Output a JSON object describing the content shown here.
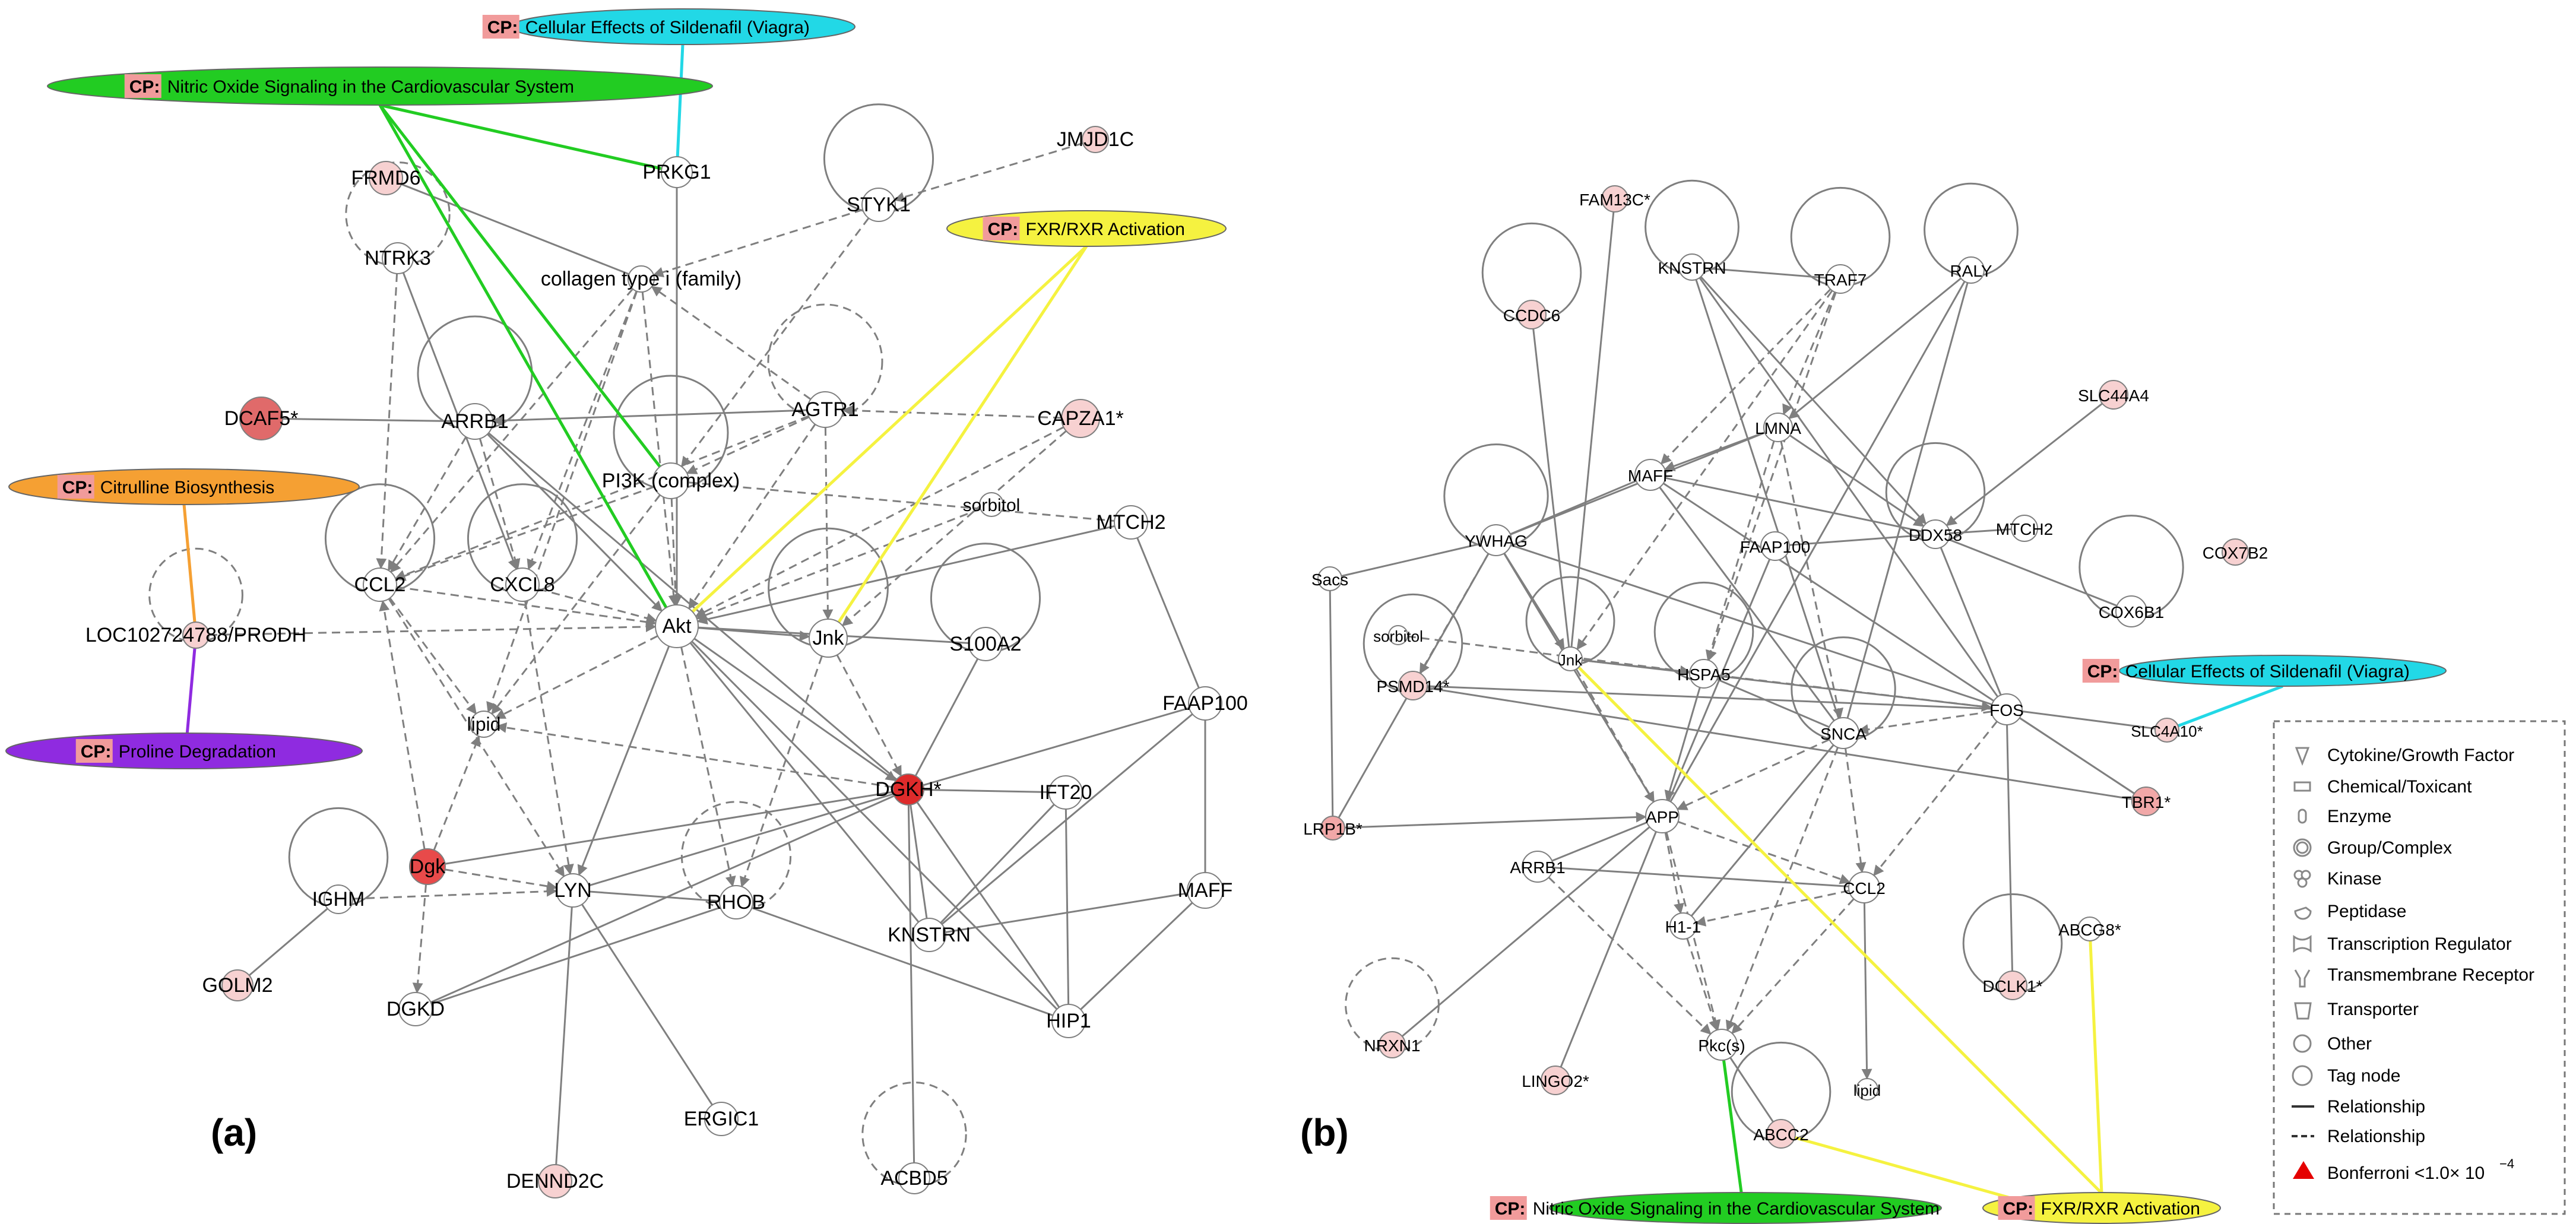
{
  "panels": {
    "a": "(a)",
    "b": "(b)"
  },
  "cp_prefix": "CP:",
  "colors": {
    "edge": "#7f7f7f",
    "node_white": "#ffffff",
    "node_pink": "#f7d1d1",
    "node_red": "#e84a4a",
    "node_dark_red": "#de2b2b",
    "node_stroke": "#7f7f7f",
    "green": "#22cc22",
    "cyan": "#22d8e6",
    "yellow": "#f5f240",
    "orange": "#f5a033",
    "purple": "#8f2be0"
  },
  "pathways_a": {
    "cgmp": "Cellular Effects of Sildenafil (Viagra)",
    "nos": "Nitric Oxide Signaling in the Cardiovascular System",
    "fxr": "FXR/RXR Activation",
    "citr": "Citrulline Biosynthesis",
    "pro": "Proline Degradation"
  },
  "pathways_b": {
    "cgmp": "Cellular Effects of Sildenafil (Viagra)",
    "nos": "Nitric Oxide Signaling in the Cardiovascular System",
    "fxr": "FXR/RXR Activation"
  },
  "nodes_a": {
    "jmjd1c": "JMJD1C",
    "frmd6": "FRMD6",
    "prkg1": "PRKG1",
    "styk1": "STYK1",
    "ntrk3": "NTRK3",
    "collagen": "collagen type i (family)",
    "dcaf5": "DCAF5*",
    "arrb1": "ARRB1",
    "agtr1": "AGTR1",
    "capza1": "CAPZA1*",
    "pi3k": "PI3K (complex)",
    "sorbitol": "sorbitol",
    "mtch2": "MTCH2",
    "ccl2": "CCL2",
    "cxcl8": "CXCL8",
    "akt": "Akt",
    "jnk": "Jnk",
    "loc": "LOC102724788/PRODH",
    "s100a2": "S100A2",
    "faap100": "FAAP100",
    "lipid": "lipid",
    "dgkh": "DGKH*",
    "ift20": "IFT20",
    "ighm": "IGHM",
    "dgk": "Dgk",
    "lyn": "LYN",
    "rhob": "RHOB",
    "knstrn": "KNSTRN",
    "maff": "MAFF",
    "golm2": "GOLM2",
    "dgkd": "DGKD",
    "hip1": "HIP1",
    "ergic1": "ERGIC1",
    "dennd2c": "DENND2C",
    "acbd5": "ACBD5"
  },
  "nodes_b": {
    "fam13c": "FAM13C*",
    "raly": "RALY",
    "traf7": "TRAF7",
    "knstrn": "KNSTRN",
    "ccdc6": "CCDC6",
    "slc44a4": "SLC44A4",
    "lmna": "LMNA",
    "maff": "MAFF",
    "ywhag": "YWHAG",
    "faap100": "FAAP100",
    "ddx58": "DDX58",
    "mtch2": "MTCH2",
    "cox7b2": "COX7B2",
    "sacs": "Sacs",
    "cox6b1": "COX6B1",
    "sorbitol": "sorbitol",
    "jnk": "Jnk",
    "hspa5": "HSPA5",
    "psmd14": "PSMD14*",
    "fos": "FOS",
    "slc4a10": "SLC4A10*",
    "snca": "SNCA",
    "tbr1": "TBR1*",
    "lrp1b": "LRP1B*",
    "app": "APP",
    "arrb1": "ARRB1",
    "ccl2": "CCL2",
    "abcg8": "ABCG8*",
    "h11": "H1-1",
    "dclk1": "DCLK1*",
    "nrxn1": "NRXN1",
    "pkc": "Pkc(s)",
    "lingo2": "LINGO2*",
    "lipid": "lipid",
    "abcc2": "ABCC2"
  },
  "legend": {
    "items": [
      "Cytokine/Growth Factor",
      "Chemical/Toxicant",
      "Enzyme",
      "Group/Complex",
      "Kinase",
      "Peptidase",
      "Transcription Regulator",
      "Transmembrane Receptor",
      "Transporter",
      "Other",
      "Tag node",
      "Relationship",
      "Relationship"
    ],
    "bonferroni": "Bonferroni <1.0× 10",
    "bonferroni_exp": "−4"
  }
}
